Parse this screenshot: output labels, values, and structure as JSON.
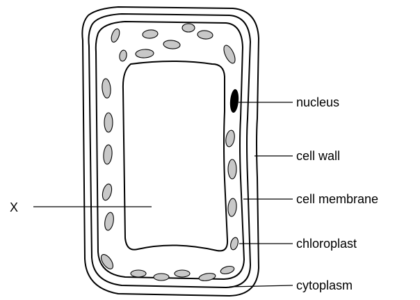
{
  "labels": {
    "nucleus": "nucleus",
    "cell_wall": "cell wall",
    "cell_membrane": "cell membrane",
    "chloroplast": "chloroplast",
    "cytoplasm": "cytoplasm",
    "x": "X"
  },
  "colors": {
    "line": "#000000",
    "chloroplast_fill": "#c8c8c8",
    "nucleus_fill": "#000000",
    "background": "#ffffff"
  }
}
